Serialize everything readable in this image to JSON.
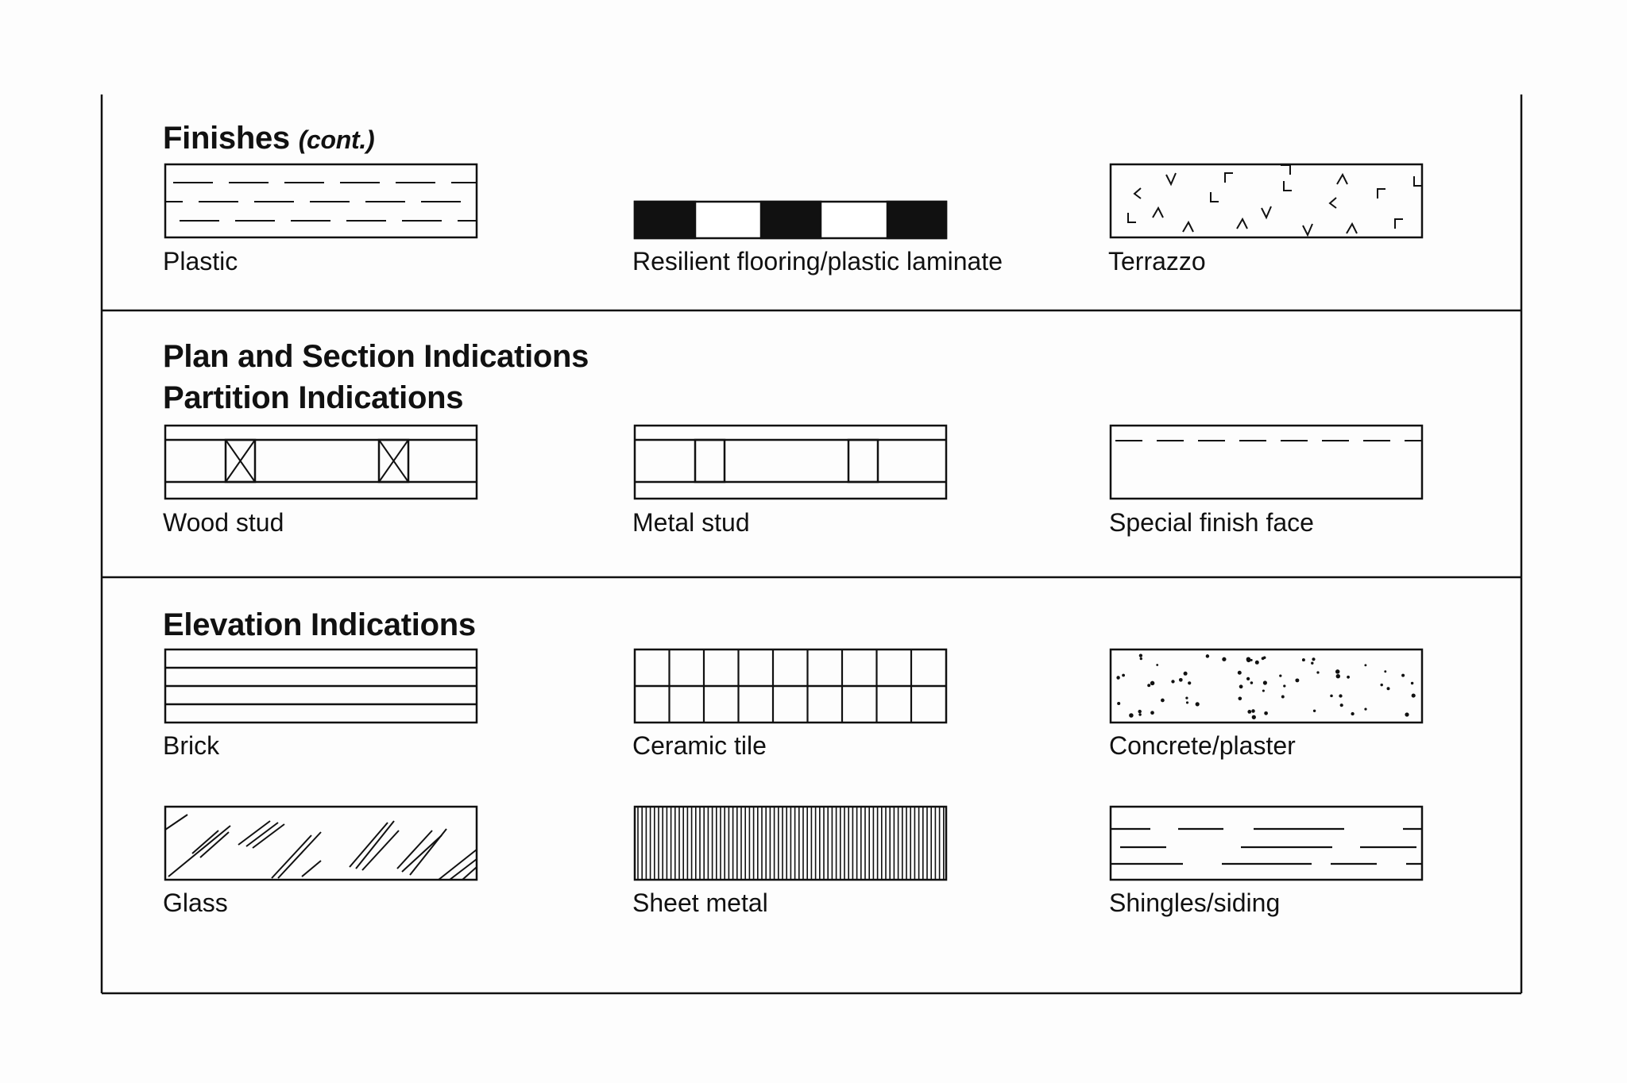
{
  "sections": [
    {
      "headings": [
        "Finishes"
      ],
      "heading_suffix": "(cont.)",
      "symbols": [
        {
          "label": "Plastic",
          "pattern": "plastic-dashed-lines"
        },
        {
          "label": "Resilient flooring/plastic laminate",
          "pattern": "alternating-black-white-blocks"
        },
        {
          "label": "Terrazzo",
          "pattern": "scattered-chevrons"
        }
      ]
    },
    {
      "headings": [
        "Plan and Section Indications",
        "Partition Indications"
      ],
      "symbols": [
        {
          "label": "Wood stud",
          "pattern": "wood-stud-x-boxes"
        },
        {
          "label": "Metal stud",
          "pattern": "metal-stud-boxes"
        },
        {
          "label": "Special finish face",
          "pattern": "dashed-top-line"
        }
      ]
    },
    {
      "headings": [
        "Elevation Indications"
      ],
      "symbols": [
        {
          "label": "Brick",
          "pattern": "horizontal-courses"
        },
        {
          "label": "Ceramic tile",
          "pattern": "tile-grid"
        },
        {
          "label": "Concrete/plaster",
          "pattern": "random-dots"
        },
        {
          "label": "Glass",
          "pattern": "diagonal-strokes"
        },
        {
          "label": "Sheet metal",
          "pattern": "dense-vertical-lines"
        },
        {
          "label": "Shingles/siding",
          "pattern": "staggered-horizontal-dashes"
        }
      ]
    }
  ],
  "colors": {
    "stroke": "#111111",
    "fill": "#ffffff",
    "page": "#fdfdfd"
  }
}
